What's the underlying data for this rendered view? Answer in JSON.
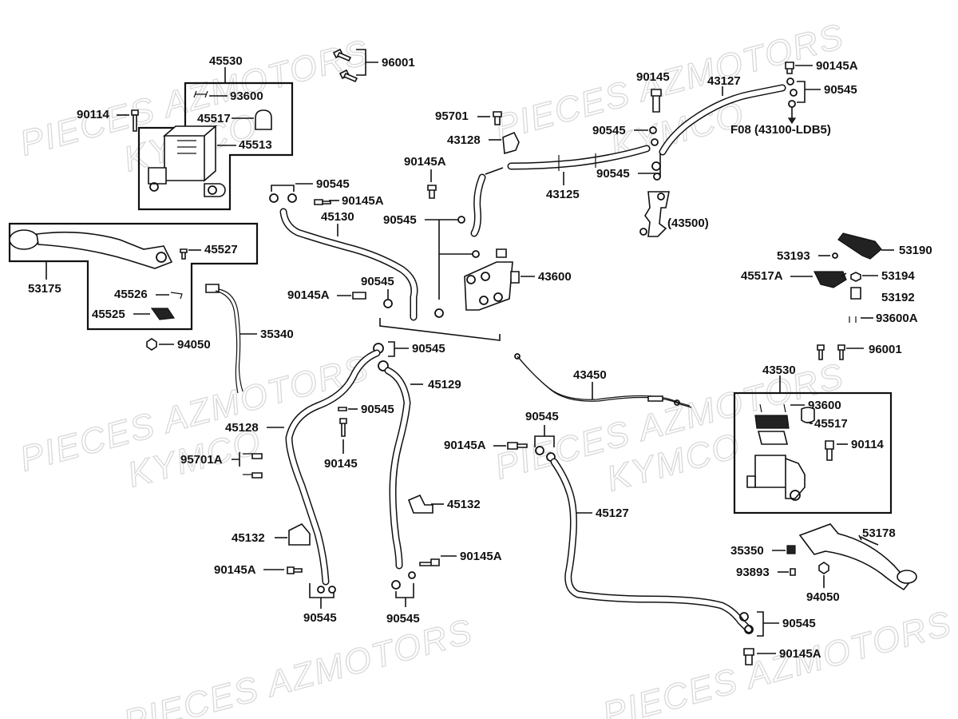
{
  "watermarks": [
    "PIECES AZMOTORS",
    "KYMCO"
  ],
  "labels": {
    "l45530": "45530",
    "l93600_a": "93600",
    "l90114_a": "90114",
    "l45517_a": "45517",
    "l45513": "45513",
    "l96001_a": "96001",
    "l95701": "95701",
    "l43128": "43128",
    "l90145": "90145",
    "l90545_a": "90545",
    "l90545_b": "90545",
    "l43127": "43127",
    "l90145A_a": "90145A",
    "l90545_c": "90545",
    "f08": "F08 (43100-LDB5)",
    "l43125": "43125",
    "l43500": "(43500)",
    "l90545_d": "90545",
    "l90145A_b": "90145A",
    "l45130": "45130",
    "l90145A_c": "90145A",
    "l90545_e": "90545",
    "l43600": "43600",
    "l90545_f": "90545",
    "l90145A_d": "90145A",
    "l45527": "45527",
    "l53175": "53175",
    "l45526": "45526",
    "l45525": "45525",
    "l35340": "35340",
    "l94050_a": "94050",
    "l90545_g": "90545",
    "l45129": "45129",
    "l43450": "43450",
    "l90545_h": "90545",
    "l90145_b": "90145",
    "l45128": "45128",
    "l95701A": "95701A",
    "l90545_i": "90545",
    "l90145A_e": "90145A",
    "l45132_a": "45132",
    "l45132_b": "45132",
    "l45127": "45127",
    "l90145A_f": "90145A",
    "l90145A_g": "90145A",
    "l90545_j": "90545",
    "l90545_k": "90545",
    "l90545_l": "90545",
    "l90145A_h": "90145A",
    "l53190": "53190",
    "l53193": "53193",
    "l45517A": "45517A",
    "l53194": "53194",
    "l53192": "53192",
    "l93600A": "93600A",
    "l96001_b": "96001",
    "l43530": "43530",
    "l93600_b": "93600",
    "l45517_b": "45517",
    "l90114_b": "90114",
    "l53178": "53178",
    "l35350": "35350",
    "l93893": "93893",
    "l94050_b": "94050"
  }
}
